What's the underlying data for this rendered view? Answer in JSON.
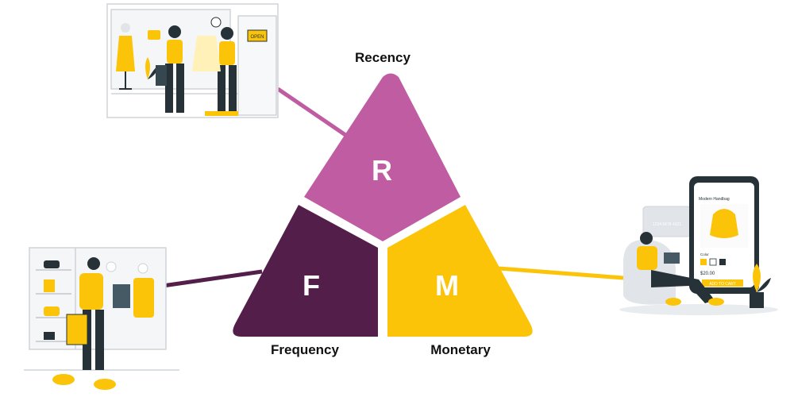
{
  "diagram": {
    "segments": [
      {
        "id": "r",
        "letter": "R",
        "label": "Recency",
        "color": "#C05CA2"
      },
      {
        "id": "f",
        "letter": "F",
        "label": "Frequency",
        "color": "#541E4A"
      },
      {
        "id": "m",
        "letter": "M",
        "label": "Monetary",
        "color": "#FBC408"
      }
    ]
  },
  "illustrations": {
    "store_sign": "OPEN",
    "phone": {
      "product_title": "Modern Handbag",
      "color_label": "Color",
      "price": "$20.00",
      "cta": "ADD TO CART"
    },
    "card_number": "1234 5678 4321"
  },
  "colors": {
    "accent_yellow": "#FBC408",
    "line_gray": "#cfd3d8",
    "dark_teal": "#263238"
  }
}
